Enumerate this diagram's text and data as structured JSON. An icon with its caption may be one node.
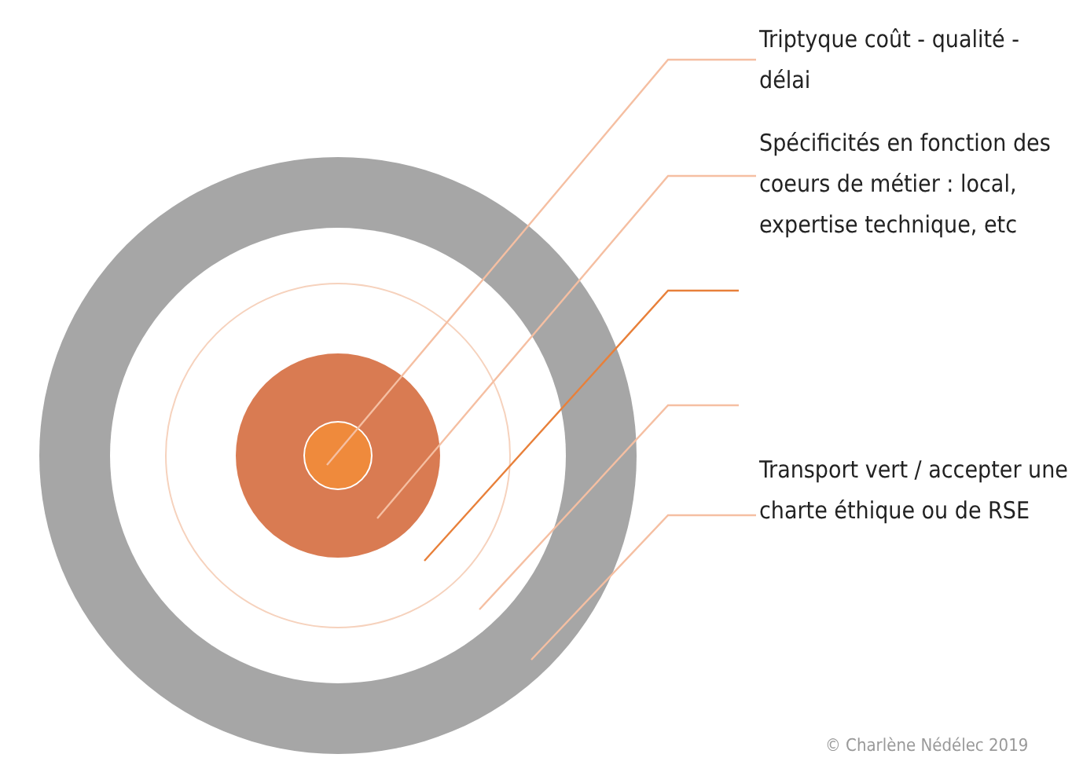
{
  "diagram": {
    "nodes": [
      {
        "text": [],
        "shape": "circle"
      },
      {
        "text": [],
        "shape": "circle",
        "in": 0
      },
      {
        "text": [],
        "shape": "circle",
        "in": 1
      },
      {
        "text": [],
        "shape": "circle",
        "in": 2
      },
      {
        "text": [],
        "shape": "circle",
        "in": 3
      },
      {
        "text": [
          "Triptyque coût - qualité - délai"
        ]
      },
      {
        "text": [
          "Spécificités en fonction des coeurs de métier : local, expertise technique, etc"
        ]
      },
      {
        "text": [
          "Transport vert /  accepter une charte éthique ou de RSE"
        ]
      }
    ],
    "edges": [
      {
        "from": 5,
        "to": 4,
        "arrow": "none"
      },
      {
        "from": 6,
        "to": 3,
        "arrow": "none"
      },
      {
        "from": null,
        "to": 2,
        "arrow": "none",
        "color": "#e8803a"
      },
      {
        "from": null,
        "to": 1,
        "arrow": "none"
      },
      {
        "from": 7,
        "to": 0,
        "arrow": "none"
      }
    ],
    "labels": [
      "© Charlène Nédélec 2019"
    ]
  }
}
